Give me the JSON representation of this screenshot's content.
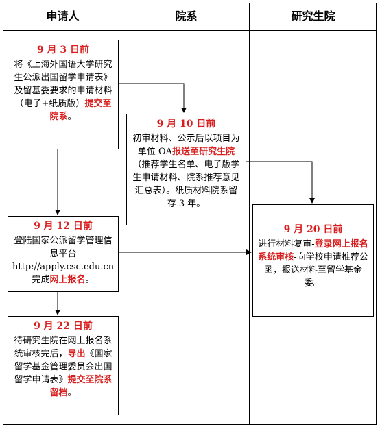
{
  "columns": [
    "申请人",
    "院系",
    "研究生院"
  ],
  "steps": {
    "step1": {
      "date": "9 月 3 日前",
      "text_before": "将《上海外国语大学研究生公派出国留学申请表》及留基委要求的申请材料（电子+纸质版）",
      "highlight": "提交至院系",
      "text_after": "。"
    },
    "step2": {
      "date": "9 月 10 日前",
      "text_before": "初审材料、公示后以项目为单位 OA",
      "highlight": "报送至研究生院",
      "text_after": "（推荐学生名单、电子版学生申请材料、院系推荐意见汇总表）。纸质材料院系留存 3 年。"
    },
    "step3": {
      "date": "9 月 12 日前",
      "text_before": "登陆国家公派留学管理信息平台 http://apply.csc.edu.cn 完成",
      "highlight": "网上报名",
      "text_after": "。"
    },
    "step4": {
      "date": "9 月 20 日前",
      "text_before": "进行材料复审-",
      "highlight": "登录网上报名系统审核",
      "text_after": "-向学校申请推荐公函，报送材料至留学基金委。"
    },
    "step5": {
      "date": "9 月 22 日前",
      "text_before": "待研究生院在网上报名系统审核完后，",
      "highlight": "导出",
      "text_middle": "《国家留学基金管理委员会出国留学申请表》",
      "highlight2": "提交至院系留档",
      "text_after": "。"
    }
  },
  "colors": {
    "highlight": "#d81e1e",
    "line": "#000000"
  }
}
